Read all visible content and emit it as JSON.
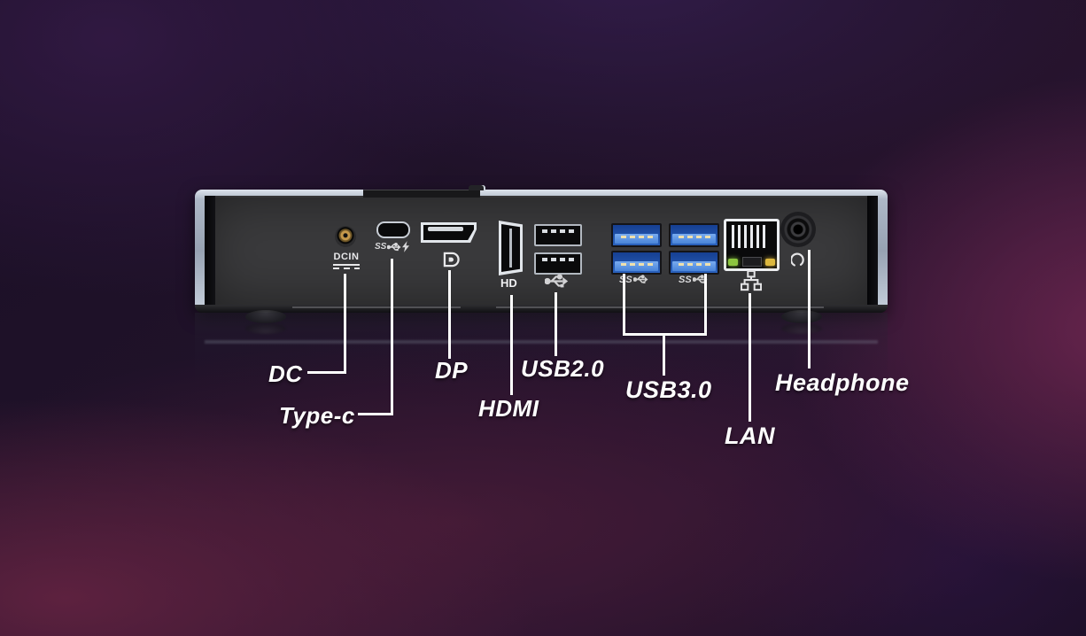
{
  "device": {
    "markings": {
      "dc_in": "DCIN",
      "superspeed": "SS",
      "hdmi_logo": "HD"
    },
    "ports": [
      "dc-in-jack",
      "usb-c-port",
      "displayport",
      "hdmi-port",
      "usb2-port-top",
      "usb2-port-bottom",
      "usb3-port-top-left",
      "usb3-port-top-right",
      "usb3-port-bottom-left",
      "usb3-port-bottom-right",
      "lan-rj45-port",
      "headphone-jack"
    ]
  },
  "callouts": {
    "dc": "DC",
    "type_c": "Type-c",
    "dp": "DP",
    "hdmi": "HDMI",
    "usb2": "USB2.0",
    "usb3": "USB3.0",
    "lan": "LAN",
    "headphone": "Headphone"
  },
  "icons": {
    "usbc_marking": "usb-ss-lightning-icon",
    "usb2_marking": "usb-trident-icon",
    "usb3_marking": "ss-trident-icon",
    "dp_marking": "displayport-logo-icon",
    "lan_marking": "ethernet-network-icon",
    "headphone_marking": "headphone-icon"
  },
  "colors": {
    "label_text": "#ffffff",
    "callout_line": "#ffffff",
    "usb3_port_blue": "#2a62bd",
    "lan_led_green": "#8cc63f",
    "lan_led_amber": "#dcb83e",
    "chassis_rim_silver": "#b9c3d1",
    "chassis_face_gray": "#3a3a3c",
    "dc_pin_gold": "#c79a4b",
    "background_purple": "#2a1430",
    "background_magenta": "#6e2650"
  }
}
